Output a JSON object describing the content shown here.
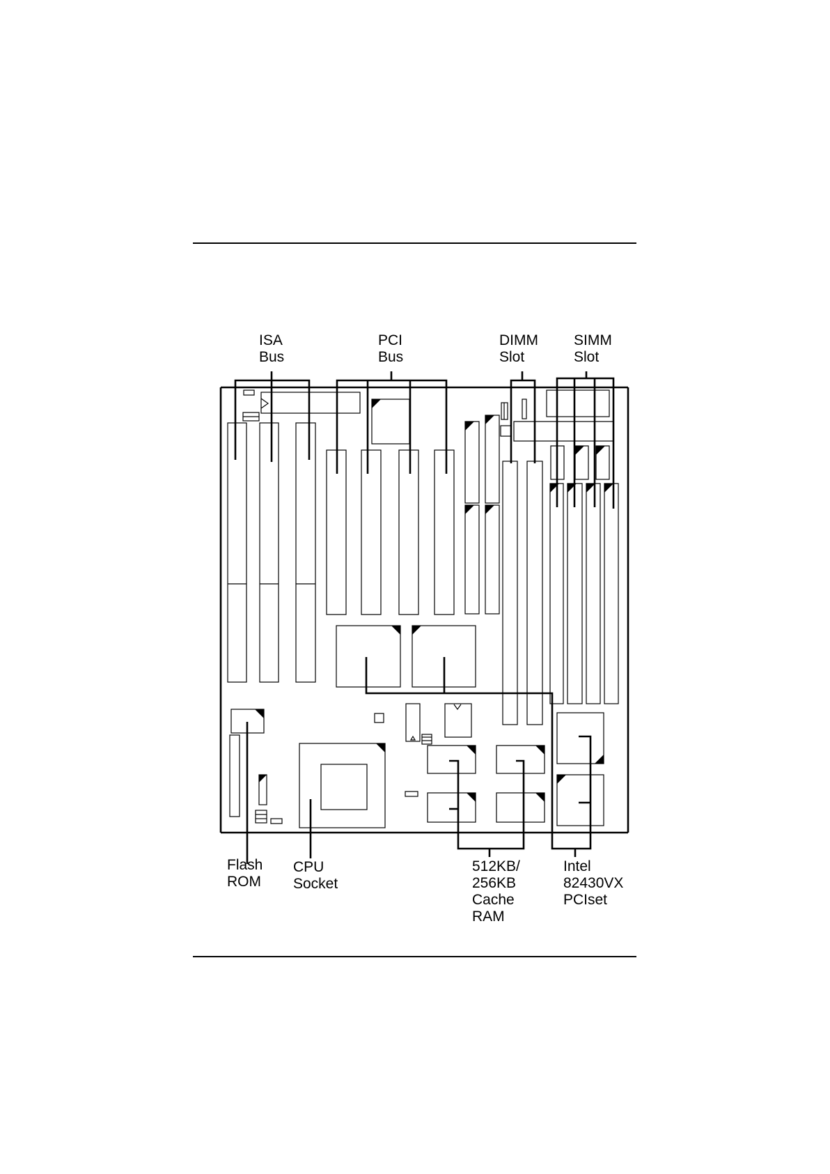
{
  "labels": {
    "isa_bus": [
      "ISA",
      "Bus"
    ],
    "pci_bus": [
      "PCI",
      "Bus"
    ],
    "dimm_slot": [
      "DIMM",
      "Slot"
    ],
    "simm_slot": [
      "SIMM",
      "Slot"
    ],
    "flash_rom": [
      "Flash",
      "ROM"
    ],
    "cpu_socket": [
      "CPU",
      "Socket"
    ],
    "cache_ram": [
      "512KB/",
      "256KB",
      "Cache",
      "RAM"
    ],
    "pciset": [
      "Intel",
      "82430VX",
      "PCIset"
    ]
  },
  "colors": {
    "ink": "#000000",
    "paper": "#ffffff"
  }
}
